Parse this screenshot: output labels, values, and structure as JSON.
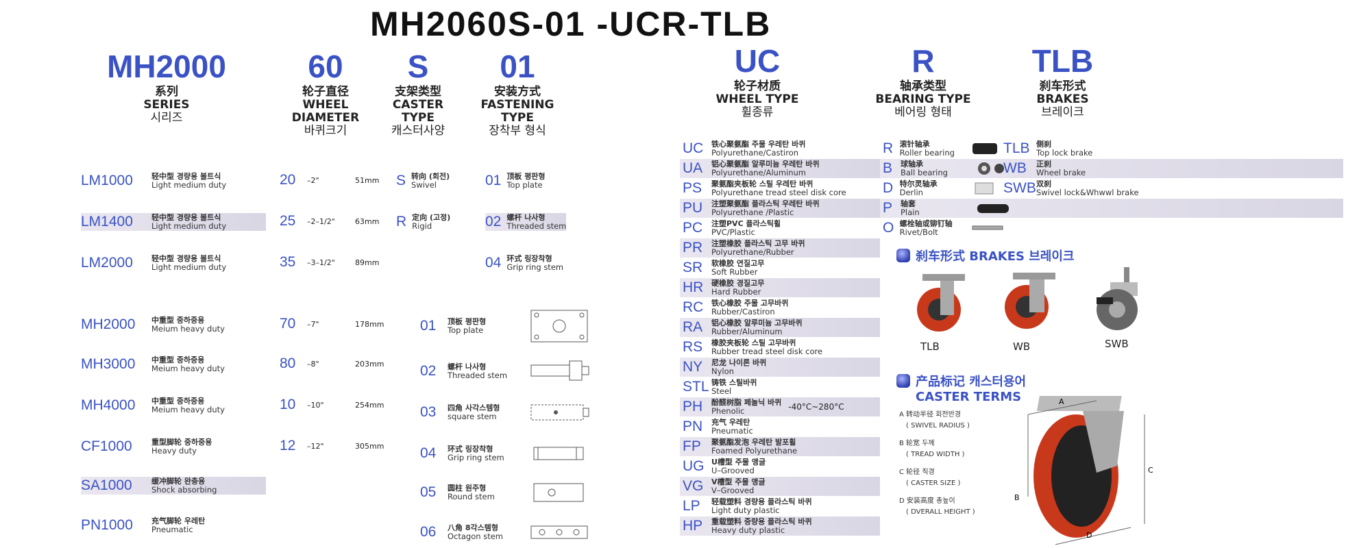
{
  "title": "MH2060S-01 -UCR-TLB",
  "heads": [
    {
      "code": "MH2000",
      "cn": "系列",
      "en1": "SERIES",
      "en2": "",
      "ko": "시리즈"
    },
    {
      "code": "60",
      "cn": "轮子直径",
      "en1": "WHEEL",
      "en2": "DIAMETER",
      "ko": "바퀴크기"
    },
    {
      "code": "S",
      "cn": "支架类型",
      "en1": "CASTER",
      "en2": "TYPE",
      "ko": "캐스터사양"
    },
    {
      "code": "01",
      "cn": "安装方式",
      "en1": "FASTENING",
      "en2": "TYPE",
      "ko": "장착부 형식"
    },
    {
      "code": "UC",
      "cn": "轮子材质",
      "en1": "WHEEL TYPE",
      "en2": "",
      "ko": "휠종류"
    },
    {
      "code": "R",
      "cn": "轴承类型",
      "en1": "BEARING TYPE",
      "en2": "",
      "ko": "베어링 형태"
    },
    {
      "code": "TLB",
      "cn": "刹车形式",
      "en1": "BRAKES",
      "en2": "",
      "ko": "브레이크"
    }
  ],
  "series": [
    {
      "code": "LM1000",
      "cn": "轻中型  경량용 볼트식",
      "en": "Light medium duty"
    },
    {
      "code": "LM1400",
      "cn": "轻中型  경량용 볼트식",
      "en": "Light medium duty"
    },
    {
      "code": "LM2000",
      "cn": "轻中型  경량용 볼트식",
      "en": "Light medium duty"
    },
    {
      "code": "MH2000",
      "cn": "中重型  중하중용",
      "en": "Meium heavy duty"
    },
    {
      "code": "MH3000",
      "cn": "中重型  중하중용",
      "en": "Meium heavy duty"
    },
    {
      "code": "MH4000",
      "cn": "中重型  중하중용",
      "en": "Meium heavy duty"
    },
    {
      "code": "CF1000",
      "cn": "重型脚轮 중하중용",
      "en": "Heavy duty"
    },
    {
      "code": "SA1000",
      "cn": "缓冲脚轮  완충용",
      "en": "Shock absorbing"
    },
    {
      "code": "PN1000",
      "cn": "充气脚轮 우레탄",
      "en": "Pneumatic"
    }
  ],
  "diameters": [
    {
      "code": "20",
      "inch": "–2\"",
      "mm": "51mm"
    },
    {
      "code": "25",
      "inch": "–2–1/2\"",
      "mm": "63mm"
    },
    {
      "code": "35",
      "inch": "–3–1/2\"",
      "mm": "89mm"
    },
    {
      "code": "70",
      "inch": "–7\"",
      "mm": "178mm"
    },
    {
      "code": "80",
      "inch": "–8\"",
      "mm": "203mm"
    },
    {
      "code": "10",
      "inch": "–10\"",
      "mm": "254mm"
    },
    {
      "code": "12",
      "inch": "–12\"",
      "mm": "305mm"
    }
  ],
  "caster_types": [
    {
      "code": "S",
      "cn": "转向 (회전)",
      "en": "Swivel"
    },
    {
      "code": "R",
      "cn": "定向 (고정)",
      "en": "Rigid"
    }
  ],
  "fastening_top": [
    {
      "code": "01",
      "cn": "顶板 평판형",
      "en": "Top plate"
    },
    {
      "code": "02",
      "cn": "螺杆  나사형",
      "en": "Threaded stem"
    },
    {
      "code": "04",
      "cn": "环式 링장착형",
      "en": "Grip ring stem"
    }
  ],
  "fastening": [
    {
      "code": "01",
      "cn": "顶板 평판형",
      "en": "Top plate"
    },
    {
      "code": "02",
      "cn": "螺杆  나사형",
      "en": "Threaded stem"
    },
    {
      "code": "03",
      "cn": "四角 사각스템형",
      "en": "square stem"
    },
    {
      "code": "04",
      "cn": "环式 링장착형",
      "en": "Grip ring stem"
    },
    {
      "code": "05",
      "cn": "圆柱 원주형",
      "en": "Round stem"
    },
    {
      "code": "06",
      "cn": "八角 8각스템형",
      "en": "Octagon stem"
    }
  ],
  "wheels": [
    {
      "code": "UC",
      "cn": "铁心聚氨酯 주물 우레탄 바퀴",
      "en": "Polyurethane/Castiron"
    },
    {
      "code": "UA",
      "cn": "铝心聚氨酯 알루미늄 우레탄 바퀴",
      "en": "Polyurethane/Aluminum"
    },
    {
      "code": "PS",
      "cn": "聚氨酯夹板轮 스틸 우레탄 바퀴",
      "en": "Polyurethane tread steel disk core"
    },
    {
      "code": "PU",
      "cn": "注塑聚氨酯 플라스틱 우레탄 바퀴",
      "en": "Polyurethane /Plastic"
    },
    {
      "code": "PC",
      "cn": "注塑PVC  플라스틱휠",
      "en": "PVC/Plastic"
    },
    {
      "code": "PR",
      "cn": "注塑橡胶  플라스틱 고무 바퀴",
      "en": "Polyurethane/Rubber"
    },
    {
      "code": "SR",
      "cn": "软橡胶  연질고무",
      "en": "Soft Rubber"
    },
    {
      "code": "HR",
      "cn": "硬橡胶  경질고무",
      "en": "Hard Rubber"
    },
    {
      "code": "RC",
      "cn": "铁心橡胶 주물 고무바퀴",
      "en": "Rubber/Castiron"
    },
    {
      "code": "RA",
      "cn": "铝心橡胶  알루미늄 고무바퀴",
      "en": "Rubber/Aluminum"
    },
    {
      "code": "RS",
      "cn": "橡胶夹板轮 스틸 고무바퀴",
      "en": "Rubber tread steel disk core"
    },
    {
      "code": "NY",
      "cn": "尼龙  나이론 바퀴",
      "en": "Nylon"
    },
    {
      "code": "STL",
      "cn": "铸铁  스틸바퀴",
      "en": "Steel"
    },
    {
      "code": "PH",
      "cn": "酚醛树脂  페놀닉 바퀴",
      "en": "Phenolic",
      "extra": "-40°C~280°C"
    },
    {
      "code": "PN",
      "cn": "充气  우레탄",
      "en": "Pneumatic"
    },
    {
      "code": "FP",
      "cn": "聚氨酯发泡  우레탄 발포휠",
      "en": "Foamed Polyurethane"
    },
    {
      "code": "UG",
      "cn": "U槽型  주물 앵글",
      "en": "U–Grooved"
    },
    {
      "code": "VG",
      "cn": "V槽型  주물 앵글",
      "en": "V–Grooved"
    },
    {
      "code": "LP",
      "cn": "轻载塑料  경량용 플라스틱 바퀴",
      "en": "Light duty plastic"
    },
    {
      "code": "HP",
      "cn": "重载塑料  중량용 플라스틱 바퀴",
      "en": "Heavy duty plastic"
    }
  ],
  "bearings": [
    {
      "code": "R",
      "cn": "滚针轴承",
      "en": "Roller bearing"
    },
    {
      "code": "B",
      "cn": "球轴承",
      "en": "Ball bearing"
    },
    {
      "code": "D",
      "cn": "特尔灵轴承",
      "en": "Derlin"
    },
    {
      "code": "P",
      "cn": "轴套",
      "en": "Plain"
    },
    {
      "code": "O",
      "cn": "螺栓轴或铆钉轴",
      "en": "Rivet/Bolt"
    }
  ],
  "brakes": [
    {
      "code": "TLB",
      "cn": "侧刹",
      "en": "Top lock brake"
    },
    {
      "code": "WB",
      "cn": "正刹",
      "en": "Wheel brake"
    },
    {
      "code": "SWB",
      "cn": "双刹",
      "en": "Swivel lock&Whwwl brake"
    }
  ],
  "brakes_section": {
    "title": "刹车形式 BRAKES 브레이크",
    "labels": [
      "TLB",
      "WB",
      "SWB"
    ]
  },
  "terms_section": {
    "title_cn": "产品标记 캐스터용어",
    "title_en": "CASTER TERMS",
    "items": [
      {
        "l1": "A 转动半径 회전반경",
        "l2": "( SWIVEL RADIUS )"
      },
      {
        "l1": "B 轮宽 두께",
        "l2": "( TREAD WIDTH )"
      },
      {
        "l1": "C 轮径 직경",
        "l2": "( CASTER SIZE )"
      },
      {
        "l1": "D 安装高度 총높이",
        "l2": "( DVERALL HEIGHT )"
      }
    ],
    "dims": [
      "A",
      "B",
      "C",
      "D"
    ]
  },
  "colors": {
    "accent": "#3a52c4",
    "wheel": "#c8391c"
  }
}
